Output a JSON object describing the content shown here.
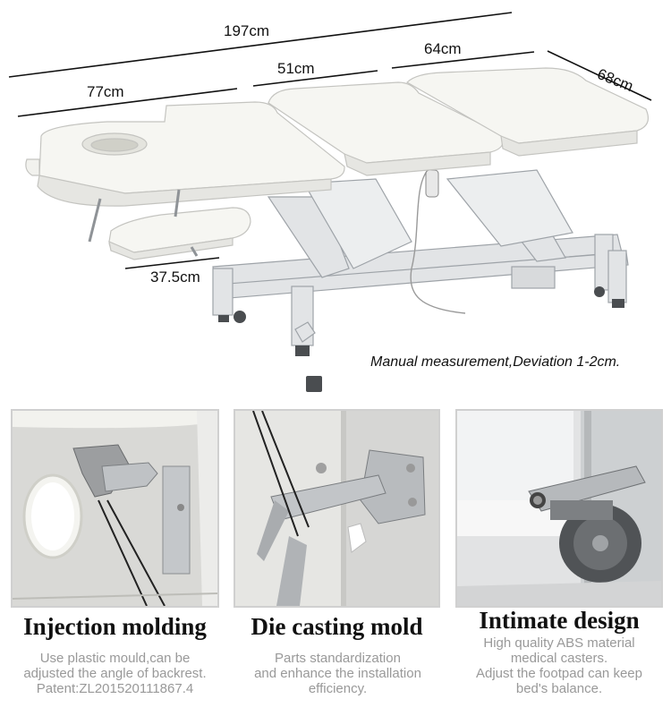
{
  "dimensions": {
    "total_length": "197cm",
    "head_section": "77cm",
    "middle_section": "51cm",
    "foot_section": "64cm",
    "width": "68cm",
    "armrest": "37.5cm"
  },
  "note": "Manual measurement,Deviation 1-2cm.",
  "features": [
    {
      "title": "Injection molding",
      "lines": [
        "Use plastic mould,can be",
        "adjusted the angle of backrest.",
        "Patent:ZL201520111867.4"
      ]
    },
    {
      "title": "Die casting mold",
      "lines": [
        "Parts standardization",
        "and enhance the installation",
        "efficiency."
      ]
    },
    {
      "title": "Intimate design",
      "lines": [
        "High quality ABS material",
        "medical casters.",
        "Adjust the  footpad can keep",
        "bed's balance."
      ]
    }
  ],
  "colors": {
    "upholstery": "#f6f6f2",
    "frame": "#e2e4e6",
    "caption_gray": "#999999"
  }
}
